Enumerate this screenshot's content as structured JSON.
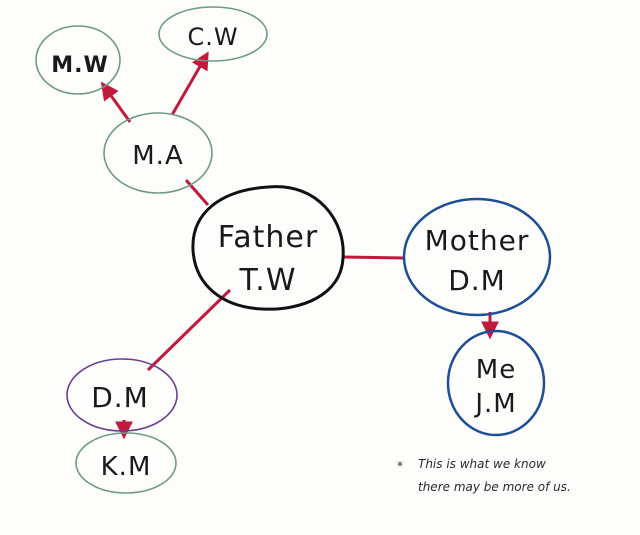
{
  "colors": {
    "link": "#c2183c",
    "father_ring": "#111111",
    "mother_ring": "#1d4e96",
    "paternal_ring": "#6e9a86",
    "dm_ring": "#6a3d8f",
    "km_ring": "#6e9a86",
    "ink": "#1a1a1a"
  },
  "nodes": {
    "father": {
      "line1": "Father",
      "line2": "T.W"
    },
    "mother": {
      "line1": "Mother",
      "line2": "D.M"
    },
    "me": {
      "line1": "Me",
      "line2": "J.M"
    },
    "ma": {
      "label": "M.A"
    },
    "mw": {
      "label": "M.W"
    },
    "cw": {
      "label": "C.W"
    },
    "dm": {
      "label": "D.M"
    },
    "km": {
      "label": "K.M"
    }
  },
  "note": {
    "marker": "*",
    "line1": "This is what we know",
    "line2": "there may be more of us."
  }
}
